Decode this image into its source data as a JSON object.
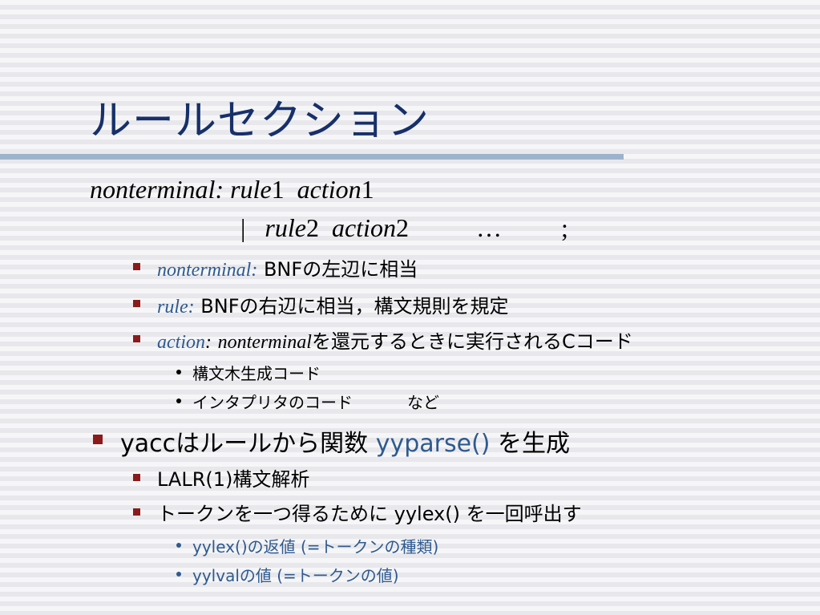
{
  "title": "ルールセクション",
  "formula": {
    "line1": {
      "nonterminal": "nonterminal:",
      "rule": "rule",
      "rule_num": "1",
      "action": "action",
      "action_num": "1"
    },
    "line2": {
      "bar": "|",
      "rule": "rule",
      "rule_num": "2",
      "action": "action",
      "action_num": "2",
      "ellipsis": "…",
      "semicolon": ";"
    }
  },
  "bullets": {
    "nonterminal": {
      "term": "nonterminal:",
      "text": "BNFの左辺に相当"
    },
    "rule": {
      "term": "rule:",
      "text": "BNFの右辺に相当，構文規則を規定"
    },
    "action": {
      "term": "action",
      "colon": ":",
      "nonterminal": "nonterminal",
      "text": "を還元するときに実行されるCコード",
      "sub": [
        {
          "text": "構文木生成コード"
        },
        {
          "text": "インタプリタのコード",
          "suffix": "など"
        }
      ]
    },
    "yacc": {
      "pre": "yaccはルールから関数",
      "func": "yyparse()",
      "post": "を生成",
      "sub": [
        {
          "text": "LALR(1)構文解析"
        },
        {
          "text": "トークンを一つ得るために yylex() を一回呼出す"
        }
      ],
      "subsub": [
        {
          "text": "yylex()の返値 (=トークンの種類)"
        },
        {
          "text": "yylvalの値 (=トークンの値)"
        }
      ]
    }
  },
  "colors": {
    "title": "#17306a",
    "accent_blue": "#2e5a8f",
    "bullet": "#8c1a1a",
    "rule_line": "#9db3cc"
  }
}
